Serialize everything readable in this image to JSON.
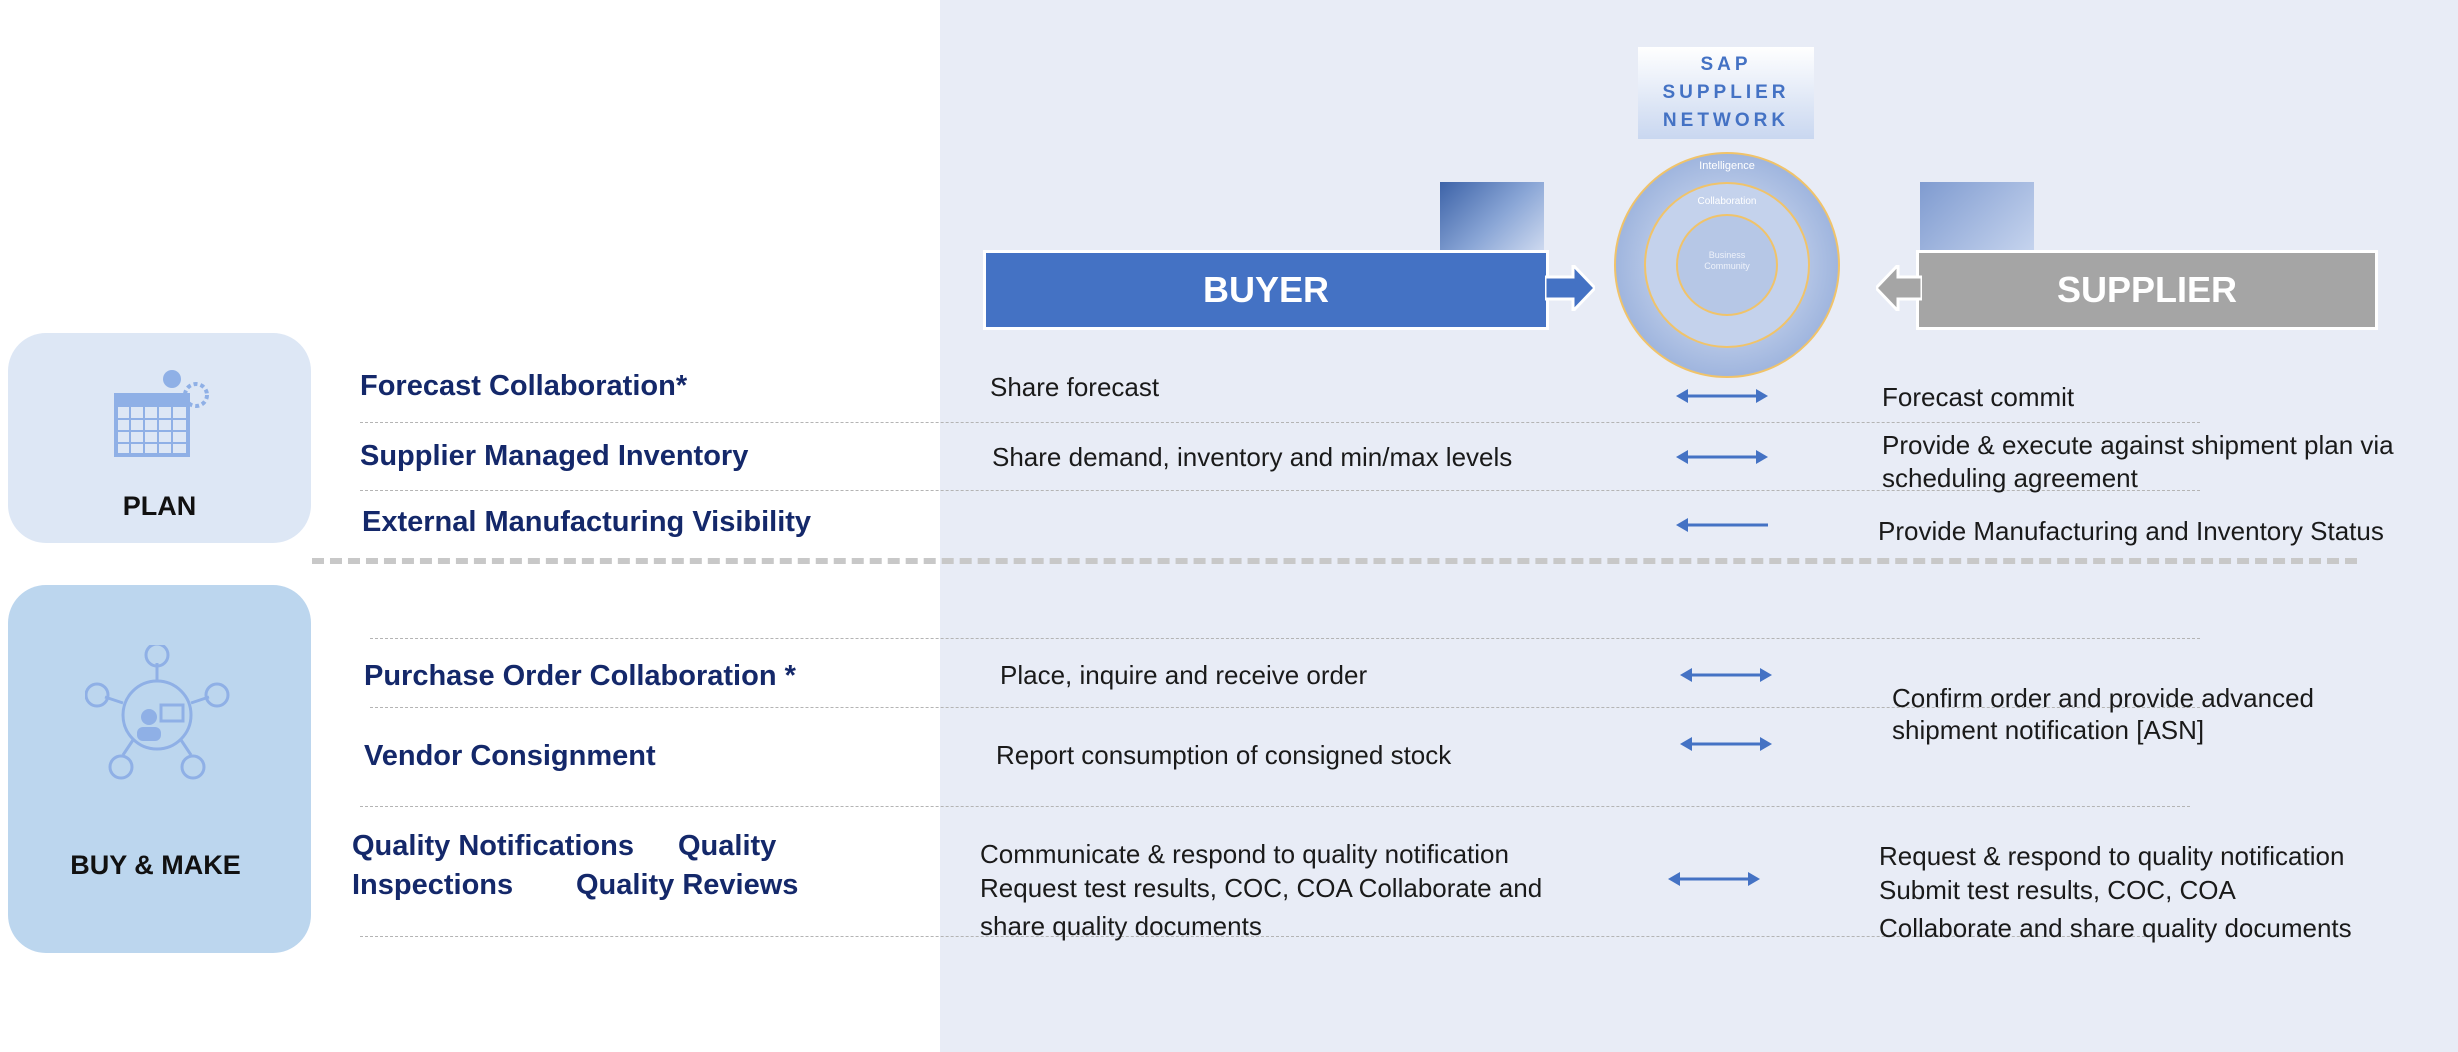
{
  "sides": {
    "plan": "PLAN",
    "buy_make": "BUY & MAKE"
  },
  "banners": {
    "buyer": "BUYER",
    "supplier": "SUPPLIER"
  },
  "network": {
    "logo_lines": [
      "SAP",
      "SUPPLIER",
      "NETWORK"
    ],
    "rings": [
      "Intelligence",
      "Collaboration",
      "Business",
      "Community"
    ]
  },
  "rows": [
    {
      "capability": "Forecast Collaboration*",
      "buyer": "Share forecast",
      "supplier": "Forecast commit",
      "direction": "both"
    },
    {
      "capability": "Supplier Managed Inventory",
      "buyer": "Share demand, inventory and min/max levels",
      "supplier_lines": [
        "Provide & execute against shipment plan via",
        "scheduling agreement"
      ],
      "direction": "both"
    },
    {
      "capability": "External Manufacturing Visibility",
      "buyer": "",
      "supplier": "Provide Manufacturing and Inventory Status",
      "direction": "left"
    },
    {
      "capability": "Purchase Order Collaboration *",
      "buyer": "Place, inquire and receive order",
      "direction": "both"
    },
    {
      "capability": "Vendor Consignment",
      "buyer": "Report consumption of consigned stock",
      "direction": "both"
    },
    {
      "capability_lines": [
        "Quality Notifications",
        "Quality",
        "Inspections",
        "Quality Reviews"
      ],
      "buyer_lines": [
        "Communicate & respond to quality notification",
        "Request test results, COC, COA Collaborate and",
        "share quality documents"
      ],
      "supplier_lines": [
        "Request & respond to quality notification",
        "Submit test results, COC, COA",
        "Collaborate and share quality documents"
      ],
      "direction": "both"
    }
  ],
  "po_supplier_lines": [
    "Confirm order and provide advanced",
    "shipment notification [ASN]"
  ],
  "colors": {
    "panel": "#e8ecf6",
    "buyer": "#4472c4",
    "supplier": "#a5a5a5",
    "caption": "#14286a",
    "arrow": "#4472c4"
  },
  "icons": [
    "calendar-gear-icon",
    "network-people-icon",
    "buyer-photo",
    "supplier-photo",
    "bidirectional-arrow-icon",
    "left-arrow-icon"
  ]
}
